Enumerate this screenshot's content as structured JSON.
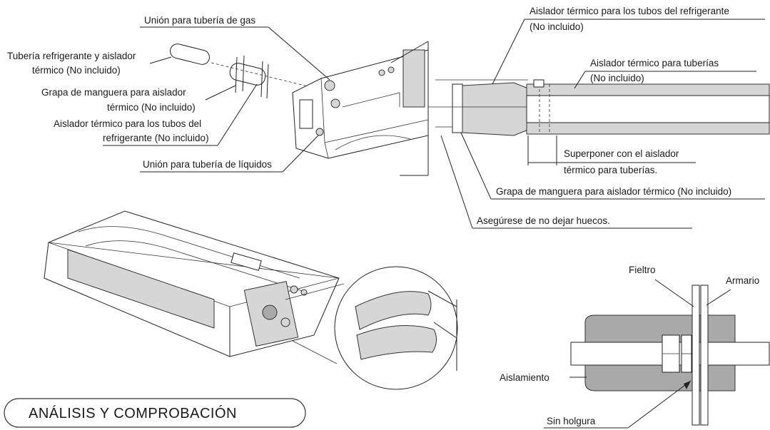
{
  "callouts": {
    "union_gas": "Unión para tubería de gas",
    "tuberia_refrigerante_l1": "Tubería refrigerante y aislador",
    "tuberia_refrigerante_l2": "térmico (No incluido)",
    "grapa_manguera_l1": "Grapa de manguera para aislador",
    "grapa_manguera_l2": "térmico (No incluido)",
    "aislador_tubos_l1": "Aislador térmico para los tubos del",
    "aislador_tubos_l2": "refrigerante (No incluido)",
    "union_liquidos": "Unión para tubería de líquidos",
    "aislador_refrig_top_l1": "Aislador térmico para los tubos del refrigerante",
    "aislador_refrig_top_l2": "(No incluido)",
    "aislador_tuberias_l1": "Aislador térmico para tuberías",
    "aislador_tuberias_l2": "(No incluido)",
    "superponer_l1": "Superponer con el aislador",
    "superponer_l2": "térmico para tuberías.",
    "grapa_full": "Grapa de manguera para aislador térmico (No incluido)",
    "asegurese": "Asegúrese de no dejar huecos.",
    "fieltro": "Fieltro",
    "armario": "Armario",
    "aislamiento": "Aislamiento",
    "sin_holgura": "Sin holgura"
  },
  "section_title": "ANÁLISIS Y COMPROBACIÓN"
}
